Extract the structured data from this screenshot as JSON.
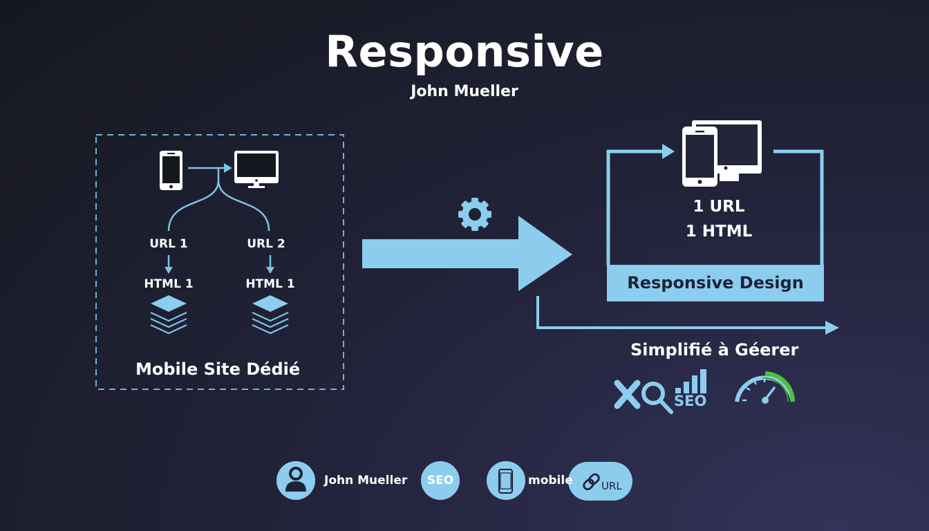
{
  "header": {
    "title": "Responsive",
    "subtitle": "John Mueller"
  },
  "left_panel": {
    "branches": [
      {
        "url": "URL 1",
        "html": "HTML 1"
      },
      {
        "url": "URL 2",
        "html": "HTML 1"
      }
    ],
    "caption": "Mobile Site Dédié"
  },
  "right_panel": {
    "line1": "1 URL",
    "line2": "1 HTML",
    "band_label": "Responsive Design",
    "benefit": "Simplifié à Géerer",
    "seo_label": "SEO"
  },
  "footer": {
    "person_label": "John Mueller",
    "seo_chip": "SEO",
    "mobile_label": "mobile",
    "url_chip": "URL"
  },
  "colors": {
    "accent": "#8ccdee",
    "dark_text": "#1e2236",
    "gauge_green": "#4cc23a"
  }
}
